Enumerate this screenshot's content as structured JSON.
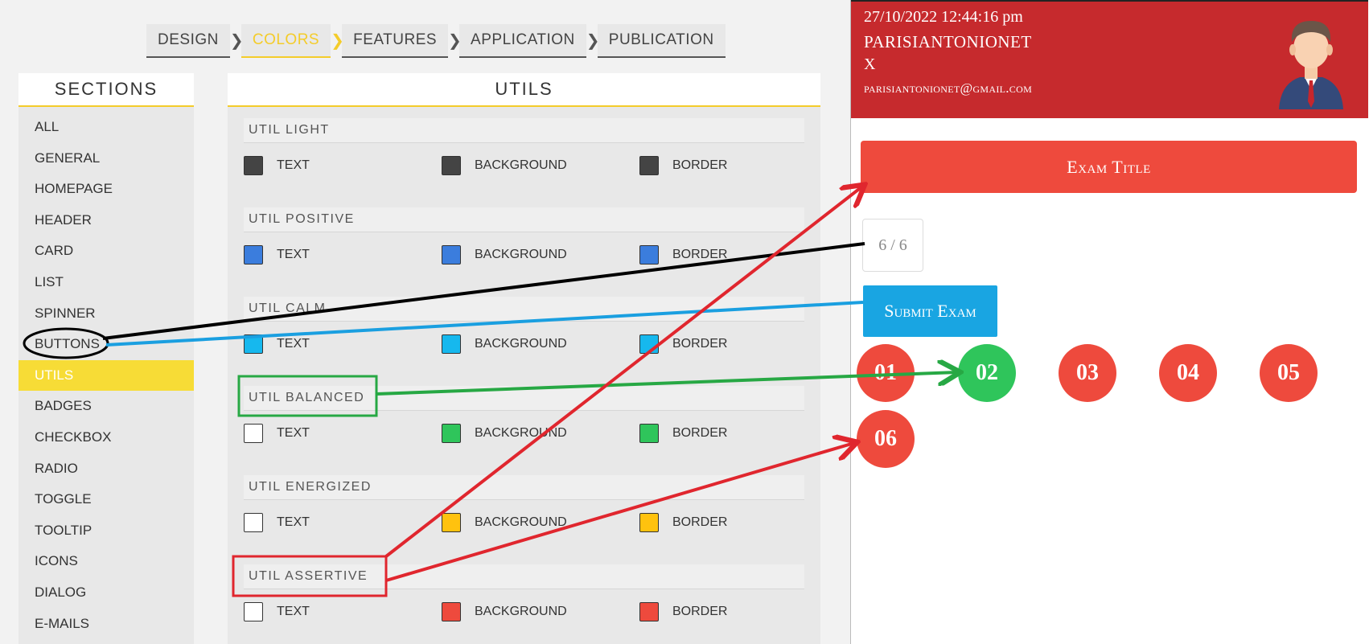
{
  "steps": [
    "DESIGN",
    "COLORS",
    "FEATURES",
    "APPLICATION",
    "PUBLICATION"
  ],
  "active_step": "COLORS",
  "sections": {
    "title": "SECTIONS",
    "items": [
      "ALL",
      "GENERAL",
      "HOMEPAGE",
      "HEADER",
      "CARD",
      "LIST",
      "SPINNER",
      "BUTTONS",
      "UTILS",
      "BADGES",
      "CHECKBOX",
      "RADIO",
      "TOGGLE",
      "TOOLTIP",
      "ICONS",
      "DIALOG",
      "E-MAILS"
    ],
    "active": "UTILS"
  },
  "utils": {
    "title": "UTILS",
    "labels": {
      "text": "TEXT",
      "background": "BACKGROUND",
      "border": "BORDER"
    },
    "groups": [
      {
        "name": "UTIL LIGHT",
        "text": "#444444",
        "background": "#444444",
        "border": "#444444"
      },
      {
        "name": "UTIL POSITIVE",
        "text": "#3b7ddd",
        "background": "#3b7ddd",
        "border": "#3b7ddd"
      },
      {
        "name": "UTIL CALM",
        "text": "#16b8ee",
        "background": "#16b8ee",
        "border": "#16b8ee"
      },
      {
        "name": "UTIL BALANCED",
        "text": "#ffffff",
        "background": "#2fc55b",
        "border": "#2fc55b"
      },
      {
        "name": "UTIL ENERGIZED",
        "text": "#ffffff",
        "background": "#ffc20e",
        "border": "#ffc20e"
      },
      {
        "name": "UTIL ASSERTIVE",
        "text": "#ffffff",
        "background": "#ee4a3d",
        "border": "#ee4a3d"
      }
    ]
  },
  "preview": {
    "datetime": "27/10/2022 12:44:16 pm",
    "username": "PARISIANTONIONET",
    "x_label": "X",
    "email": "parisiantonionet@gmail.com",
    "header_color": "#c62a2d",
    "exam_title": "Exam Title",
    "counter": "6 / 6",
    "submit_label": "Submit Exam",
    "questions": [
      {
        "label": "01",
        "color": "#ee4a3d"
      },
      {
        "label": "02",
        "color": "#2fc55b"
      },
      {
        "label": "03",
        "color": "#ee4a3d"
      },
      {
        "label": "04",
        "color": "#ee4a3d"
      },
      {
        "label": "05",
        "color": "#ee4a3d"
      },
      {
        "label": "06",
        "color": "#ee4a3d"
      }
    ]
  },
  "annotation_colors": {
    "black": "#000000",
    "blue": "#1a9fe0",
    "green": "#27a844",
    "red": "#e0262e"
  }
}
